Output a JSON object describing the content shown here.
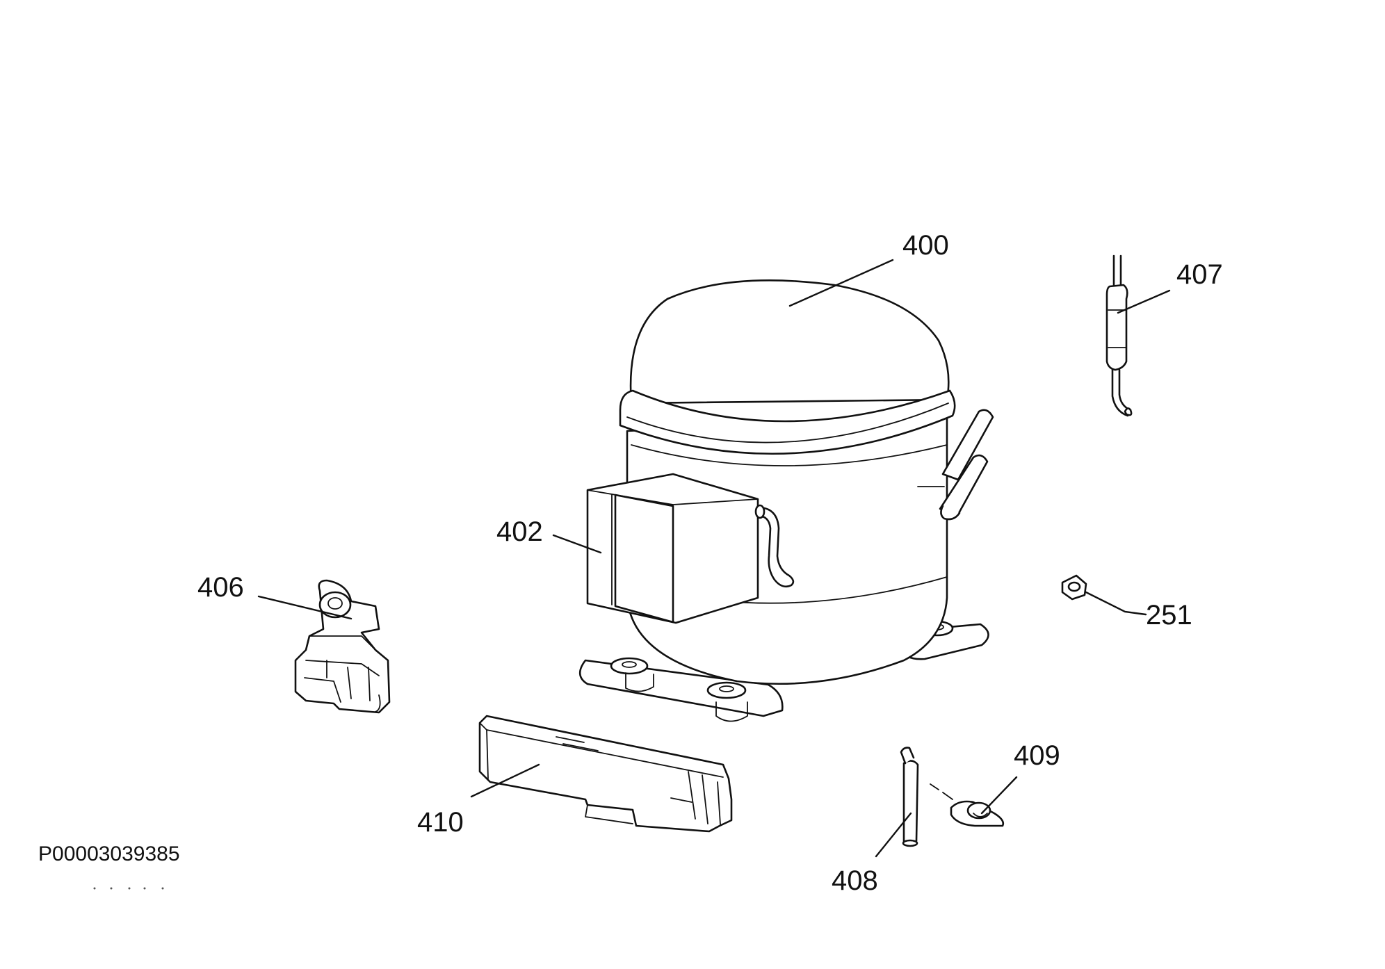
{
  "diagram": {
    "document_id": "P00003039385",
    "callouts": {
      "compressor": "400",
      "relay_box": "402",
      "clamp": "406",
      "filter_drier": "407",
      "grommet_nut": "251",
      "cover": "410",
      "valve_tube": "408",
      "cap": "409"
    }
  }
}
